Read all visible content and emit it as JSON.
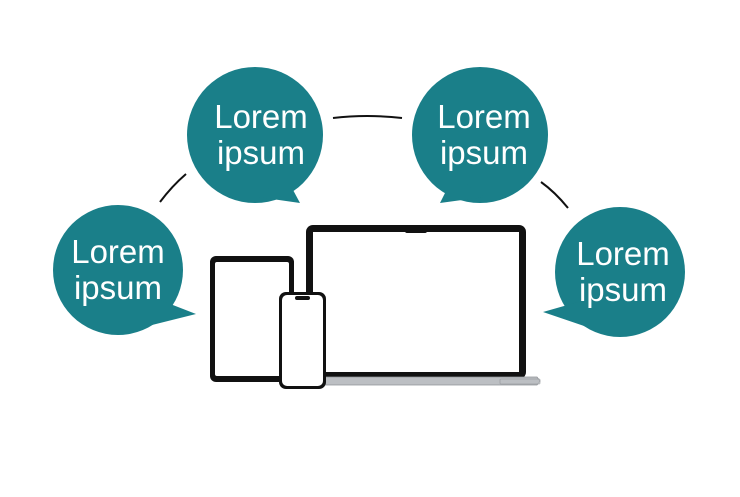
{
  "colors": {
    "bubble_fill": "#1a7f89",
    "connector": "#111111",
    "device_outline": "#111111",
    "device_screen": "#ffffff",
    "laptop_base": "#bcbfc3"
  },
  "bubbles": [
    {
      "id": "bubble-left",
      "text": "Lorem\nipsum",
      "tail": "bottom-right"
    },
    {
      "id": "bubble-top-left",
      "text": "Lorem\nipsum",
      "tail": "bottom-right"
    },
    {
      "id": "bubble-top-right",
      "text": "Lorem\nipsum",
      "tail": "bottom-left"
    },
    {
      "id": "bubble-right",
      "text": "Lorem\nipsum",
      "tail": "bottom-left"
    }
  ],
  "devices": [
    "tablet",
    "smartphone",
    "laptop"
  ]
}
